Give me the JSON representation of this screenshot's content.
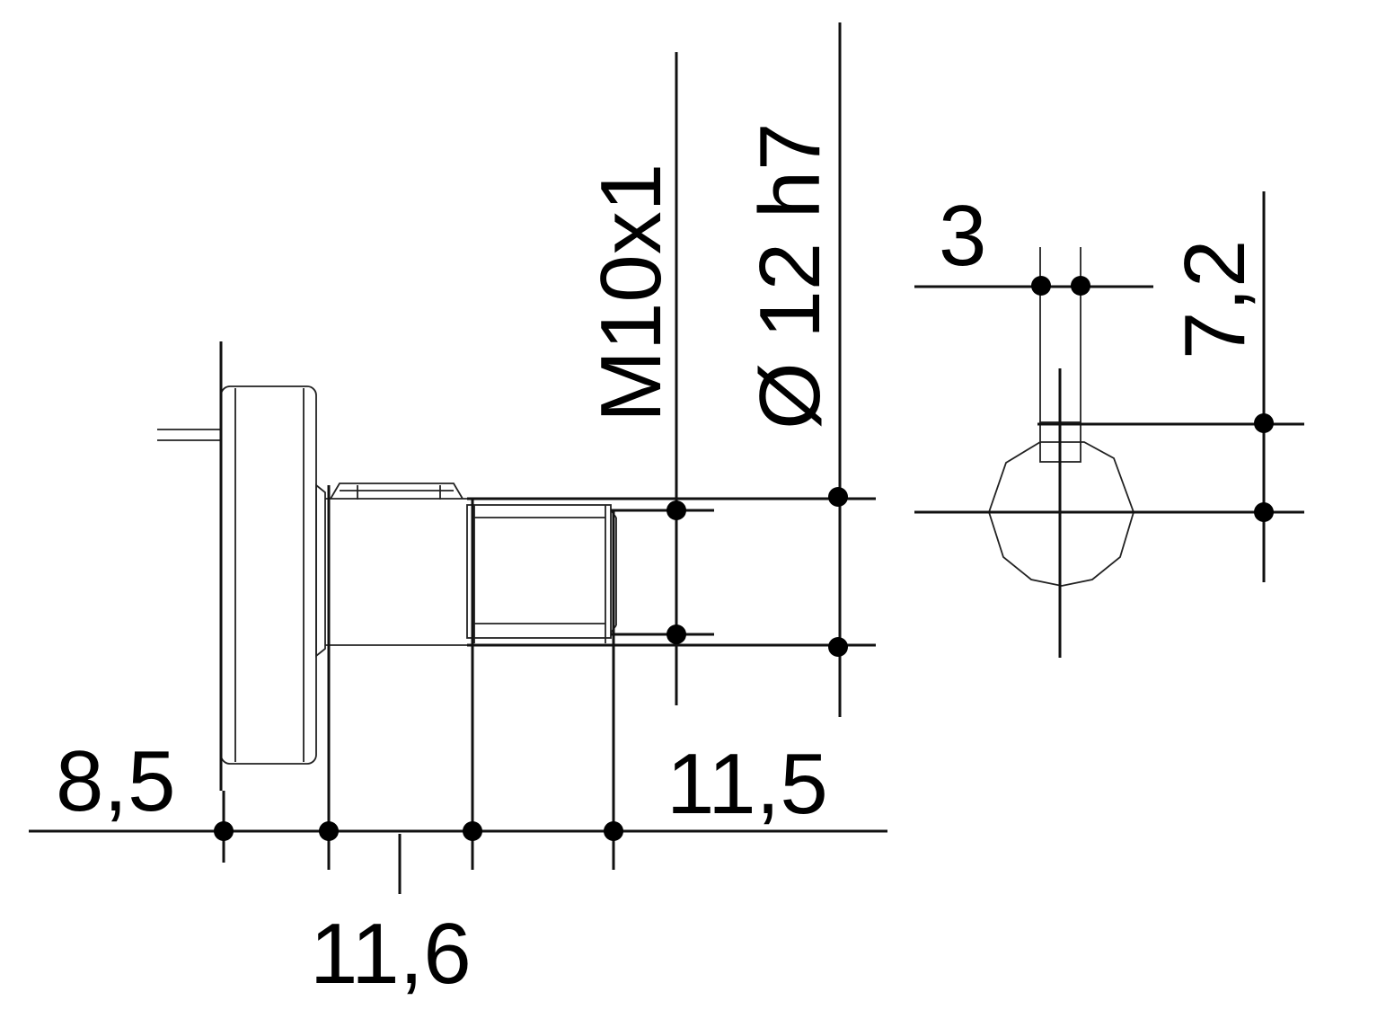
{
  "drawing": {
    "type": "technical-drawing",
    "subject": "shaft-with-flange-and-keyway",
    "ink_color": "#000000",
    "background": "#ffffff",
    "dimensions": {
      "flange_length": "8,5",
      "shoulder_length": "11,6",
      "thread_length": "11,5",
      "thread_size": "M10x1",
      "shaft_diameter": "Ø 12 h7",
      "key_width": "3",
      "key_height": "7,2"
    }
  }
}
